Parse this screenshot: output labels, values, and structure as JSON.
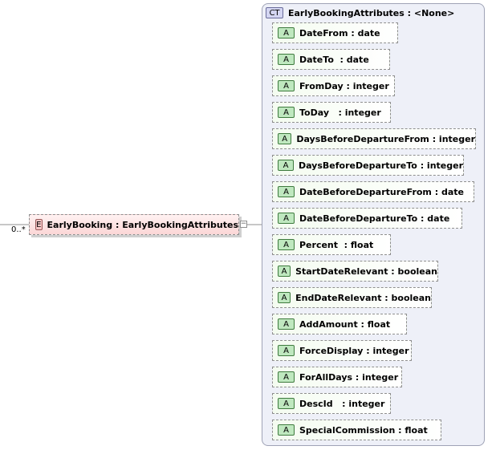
{
  "element": {
    "badge": "E",
    "label": "EarlyBooking : EarlyBookingAttributes",
    "multiplicity": "0..*"
  },
  "complex_type": {
    "badge": "CT",
    "label": "EarlyBookingAttributes : <None>"
  },
  "attributes": [
    {
      "badge": "A",
      "label": "DateFrom : date"
    },
    {
      "badge": "A",
      "label": "DateTo  : date"
    },
    {
      "badge": "A",
      "label": "FromDay : integer"
    },
    {
      "badge": "A",
      "label": "ToDay   : integer"
    },
    {
      "badge": "A",
      "label": "DaysBeforeDepartureFrom : integer"
    },
    {
      "badge": "A",
      "label": "DaysBeforeDepartureTo : integer"
    },
    {
      "badge": "A",
      "label": "DateBeforeDepartureFrom : date"
    },
    {
      "badge": "A",
      "label": "DateBeforeDepartureTo : date"
    },
    {
      "badge": "A",
      "label": "Percent  : float"
    },
    {
      "badge": "A",
      "label": "StartDateRelevant : boolean"
    },
    {
      "badge": "A",
      "label": "EndDateRelevant : boolean"
    },
    {
      "badge": "A",
      "label": "AddAmount : float"
    },
    {
      "badge": "A",
      "label": "ForceDisplay : integer"
    },
    {
      "badge": "A",
      "label": "ForAllDays : integer"
    },
    {
      "badge": "A",
      "label": "DescId   : integer"
    },
    {
      "badge": "A",
      "label": "SpecialCommission : float"
    }
  ]
}
